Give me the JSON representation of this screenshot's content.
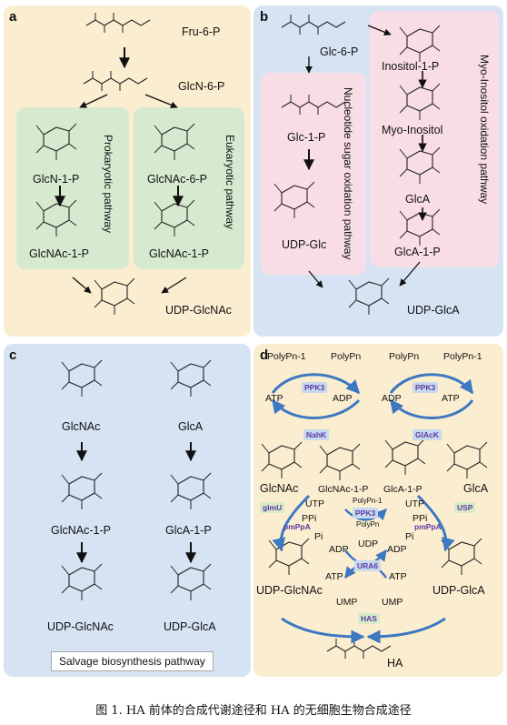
{
  "panels": {
    "a": {
      "label": "a",
      "fru6p": "Fru-6-P",
      "glcn6p": "GlcN-6-P",
      "prok_title": "Prokaryotic pathway",
      "euk_title": "Eukaryotic pathway",
      "glcn1p": "GlcN-1-P",
      "glcnac1p_left": "GlcNAc-1-P",
      "glcnac6p": "GlcNAc-6-P",
      "glcnac1p_right": "GlcNAc-1-P",
      "udpglcnac": "UDP-GlcNAc"
    },
    "b": {
      "label": "b",
      "glc6p": "Glc-6-P",
      "nuc_title": "Nucleotide sugar oxidation pathway",
      "myo_title": "Myo-Inositol oxidation pathway",
      "glc1p": "Glc-1-P",
      "udpglc": "UDP-Glc",
      "inositol1p": "Inositol-1-P",
      "myoinositol": "Myo-Inositol",
      "glca": "GlcA",
      "glca1p": "GlcA-1-P",
      "udpglca": "UDP-GlcA"
    },
    "c": {
      "label": "c",
      "glcnac": "GlcNAc",
      "glca": "GlcA",
      "glcnac1p": "GlcNAc-1-P",
      "glca1p": "GlcA-1-P",
      "udpglcnac": "UDP-GlcNAc",
      "udpglca": "UDP-GlcA",
      "salvage": "Salvage biosynthesis pathway"
    },
    "d": {
      "label": "d",
      "polyp_n1_left": "PolyPn-1",
      "polyp_n_left": "PolyPn",
      "polyp_n_right": "PolyPn",
      "polyp_n1_right": "PolyPn-1",
      "atp_l": "ATP",
      "adp_l": "ADP",
      "adp_r": "ADP",
      "atp_r": "ATP",
      "ppk3_l": "PPK3",
      "ppk3_r": "PPK3",
      "nahk": "NahK",
      "glack": "GlAcK",
      "glcnac": "GlcNAc",
      "glcnac1p": "GlcNAc-1-P",
      "glca1p": "GlcA-1-P",
      "glca": "GlcA",
      "utp_l": "UTP",
      "utp_r": "UTP",
      "polyp_n1_mid": "PolyPn-1",
      "polyp_n_mid": "PolyPn",
      "ppk3_mid": "PPK3",
      "glmu": "glmU",
      "usp": "USP",
      "ppi_l": "PPi",
      "ppi_r": "PPi",
      "pmppa_l": "pmPpA",
      "pmppa_r": "pmPpA",
      "pi_l": "Pi",
      "pi_r": "Pi",
      "udp": "UDP",
      "adp_ml": "ADP",
      "adp_mr": "ADP",
      "atp_ml": "ATP",
      "atp_mr": "ATP",
      "ura6": "URA6",
      "udpglcnac": "UDP-GlcNAc",
      "udpglca": "UDP-GlcA",
      "ump_l": "UMP",
      "ump_r": "UMP",
      "has": "HAS",
      "ha": "HA"
    }
  },
  "caption": "图 1. HA 前体的合成代谢途径和 HA 的无细胞生物合成途径",
  "colors": {
    "panel_a": "#fbedcf",
    "panel_b": "#d5e3f3",
    "panel_c": "#d5e3f3",
    "panel_d": "#fbedcf",
    "green": "#d6ead0",
    "pink": "#f9dde6",
    "arrow_blue": "#3d78c2"
  }
}
